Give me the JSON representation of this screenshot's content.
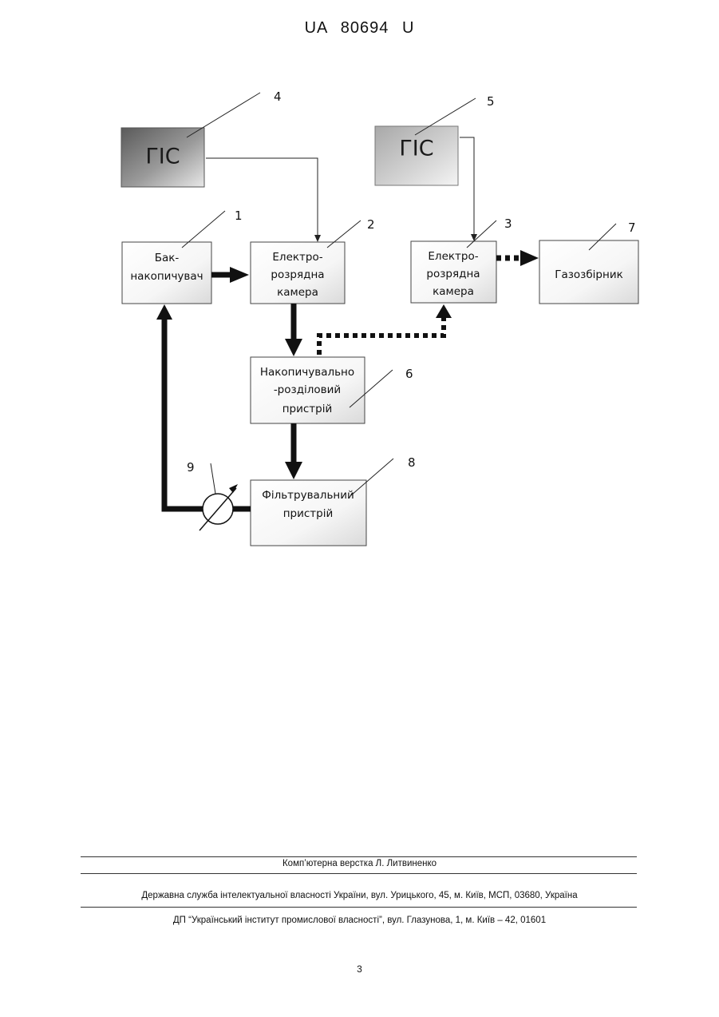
{
  "header": {
    "doc_id": "UA   80694   U"
  },
  "diagram": {
    "gis_left": "ГІС",
    "gis_right": "ГІС",
    "tank": [
      "Бак-",
      "накопичувач"
    ],
    "chamber_left": [
      "Електро-",
      "розрядна",
      "камера"
    ],
    "chamber_right": [
      "Електро-",
      "розрядна",
      "камера"
    ],
    "gas_collector": "Газозбірник",
    "separator": [
      "Накопичувально",
      "-розділовий",
      "пристрій"
    ],
    "filter": [
      "Фільтрувальний",
      "пристрій"
    ],
    "numbers": {
      "n1": "1",
      "n2": "2",
      "n3": "3",
      "n4": "4",
      "n5": "5",
      "n6": "6",
      "n7": "7",
      "n8": "8",
      "n9": "9"
    }
  },
  "footer": {
    "layout_credit": "Комп’ютерна верстка Л. Литвиненко",
    "service": "Державна служба інтелектуальної власності України, вул. Урицького, 45, м. Київ, МСП, 03680, Україна",
    "institute": "ДП “Український інститут промислової власності”, вул. Глазунова, 1, м. Київ – 42, 01601"
  },
  "page_number": "3"
}
